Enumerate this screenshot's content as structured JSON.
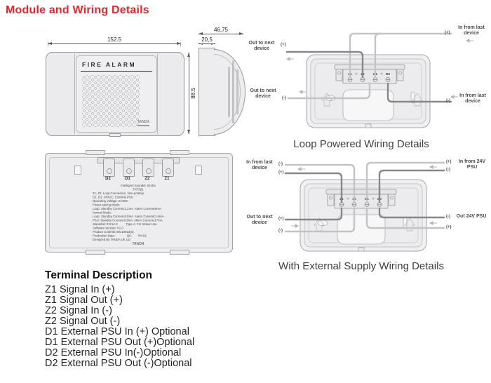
{
  "page": {
    "title": "Module and Wiring Details"
  },
  "colors": {
    "title_red": "#e8232b",
    "caption_gray": "#3d3f44",
    "outline_gray": "#a6a6aa",
    "wire_dark": "#87878b",
    "wire_light": "#c3c3c6"
  },
  "front_view": {
    "label": "FIRE ALARM",
    "logo": "TANDA",
    "dim_width": "152.5",
    "dim_height": "88.5"
  },
  "side_view": {
    "dim_depth": "46,75",
    "dim_lip": "20,5"
  },
  "loop_diagram": {
    "caption": "Loop Powered Wiring Details",
    "terminals": [
      "Z1",
      "Z2",
      "D1",
      "D2"
    ],
    "out_next_label": "Out to next device",
    "in_last_label": "In from last device",
    "plus": "(+)",
    "minus": "(-)"
  },
  "external_diagram": {
    "caption": "With External Supply Wiring Details",
    "terminals": [
      "Z1",
      "Z2",
      "D1",
      "D2"
    ],
    "in_last_label": "In from last device",
    "in_psu_label": "In from 24V PSU",
    "out_next_label": "Out to next device",
    "out_psu_label": "Out 24V PSU",
    "plus": "(+)",
    "minus": "(-)"
  },
  "back_view": {
    "terminals": [
      "D2",
      "D1",
      "Z2",
      "Z1"
    ],
    "logo": "TANDA",
    "label_lines": [
      "Intelligent Sounder Strobe",
      "TX7301",
      "Z1, Z2: Loop Connection, Non-polarity",
      "D1, D2: 24VDC, External PSU",
      "Operating Voltage: 24VDC",
      "Power-saving Mode:",
      "Loop: Standby Current≤1.2mA  Alarm Current≤8mA",
      "Normal Mode:",
      "Loop: Standby Current≤0.8mA  Alarm Current≤1.0mA",
      "PSU: Standby Current≤0.8mA  Alarm Current≤17mA",
      "Standard: EN 54-3          Type A: For Indoor Use",
      "Software Version: V1.0",
      "Product Code/ID: 80410023(3)",
      "Production Date:              QC:       /PASS",
      "Designed By TANDA UK Ltd"
    ]
  },
  "terminal_description": {
    "heading": "Terminal Description",
    "items": [
      "Z1 Signal In (+)",
      "Z1 Signal Out (+)",
      "Z2 Signal In (-)",
      "Z2 Signal Out (-)",
      "D1 External PSU In (+) Optional",
      "D1 External PSU Out (+)Optional",
      "D2 External PSU In(-)Optional",
      "D2 External PSU Out (-)Optional"
    ]
  }
}
